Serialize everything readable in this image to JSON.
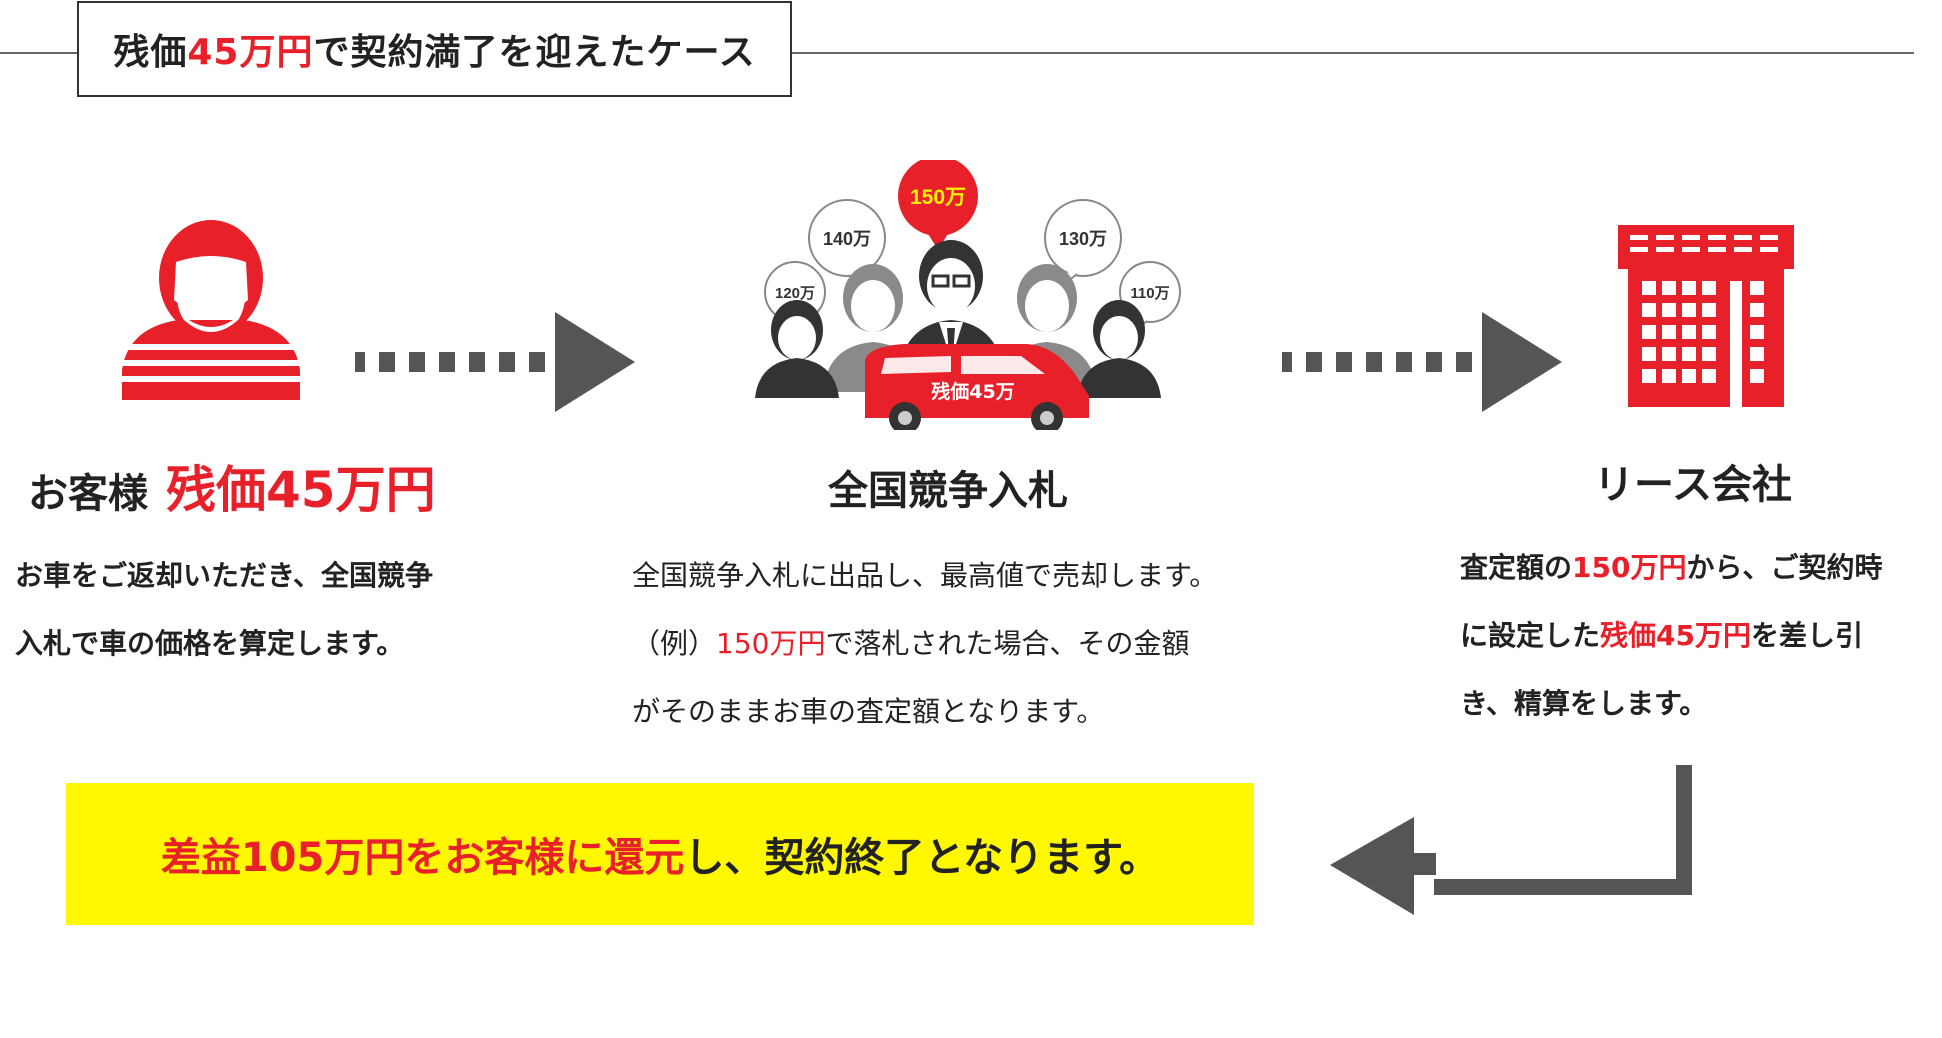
{
  "title": {
    "prefix": "残価",
    "highlight": "45万円",
    "suffix": "で契約満了を迎えたケース"
  },
  "steps": [
    {
      "label": "お客様",
      "label_highlight": "残価45万円",
      "desc_lines": [
        [
          {
            "t": "お車をご返却いただき、全国競争",
            "red": false
          }
        ],
        [
          {
            "t": "入札で車の価格を算定します。",
            "red": false
          }
        ]
      ]
    },
    {
      "label": "全国競争入札",
      "desc_lines": [
        [
          {
            "t": "全国競争入札に出品し、最高値で売却します。",
            "red": false
          }
        ],
        [
          {
            "t": "（例）",
            "red": false
          },
          {
            "t": "150万円",
            "red": true
          },
          {
            "t": "で落札された場合、その金額",
            "red": false
          }
        ],
        [
          {
            "t": "がそのままお車の査定額となります。",
            "red": false
          }
        ]
      ]
    },
    {
      "label": "リース会社",
      "desc_lines": [
        [
          {
            "t": "査定額の",
            "red": false
          },
          {
            "t": "150万円",
            "red": true
          },
          {
            "t": "から、ご契約時",
            "red": false
          }
        ],
        [
          {
            "t": "に設定した",
            "red": false
          },
          {
            "t": "残価45万円",
            "red": true
          },
          {
            "t": "を差し引",
            "red": false
          }
        ],
        [
          {
            "t": "き、精算をします。",
            "red": false
          }
        ]
      ]
    }
  ],
  "bids": {
    "top": "150万",
    "b140": "140万",
    "b130": "130万",
    "b120": "120万",
    "b110": "110万",
    "car_label": "残価45万"
  },
  "banner": {
    "red_part": "差益105万円をお客様に還元",
    "black_part": "し、契約終了となります。"
  },
  "colors": {
    "accent": "#e8202a",
    "banner_bg": "#fff800",
    "arrow": "#555555",
    "person_gray": "#8a8a8a"
  }
}
